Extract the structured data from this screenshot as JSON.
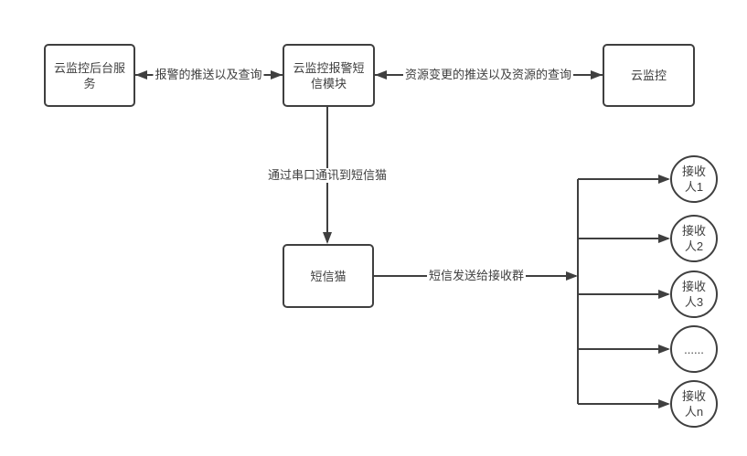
{
  "diagram": {
    "colors": {
      "stroke": "#3f3f3f",
      "text": "#3f3f3f",
      "background": "#ffffff"
    },
    "nodes": {
      "backend_service": {
        "label": "云监控后台服务"
      },
      "sms_module": {
        "label": "云监控报警短信模块"
      },
      "cloud_monitor": {
        "label": "云监控"
      },
      "sms_modem": {
        "label": "短信猫"
      }
    },
    "recipients": [
      {
        "label": "接收人1"
      },
      {
        "label": "接收人2"
      },
      {
        "label": "接收人3"
      },
      {
        "label": "......"
      },
      {
        "label": "接收人n"
      }
    ],
    "edges": {
      "alarm": {
        "label": "报警的推送以及查询"
      },
      "resource": {
        "label": "资源变更的推送以及资源的查询"
      },
      "serial": {
        "label": "通过串口通讯到短信猫"
      },
      "send_group": {
        "label": "短信发送给接收群"
      }
    }
  }
}
